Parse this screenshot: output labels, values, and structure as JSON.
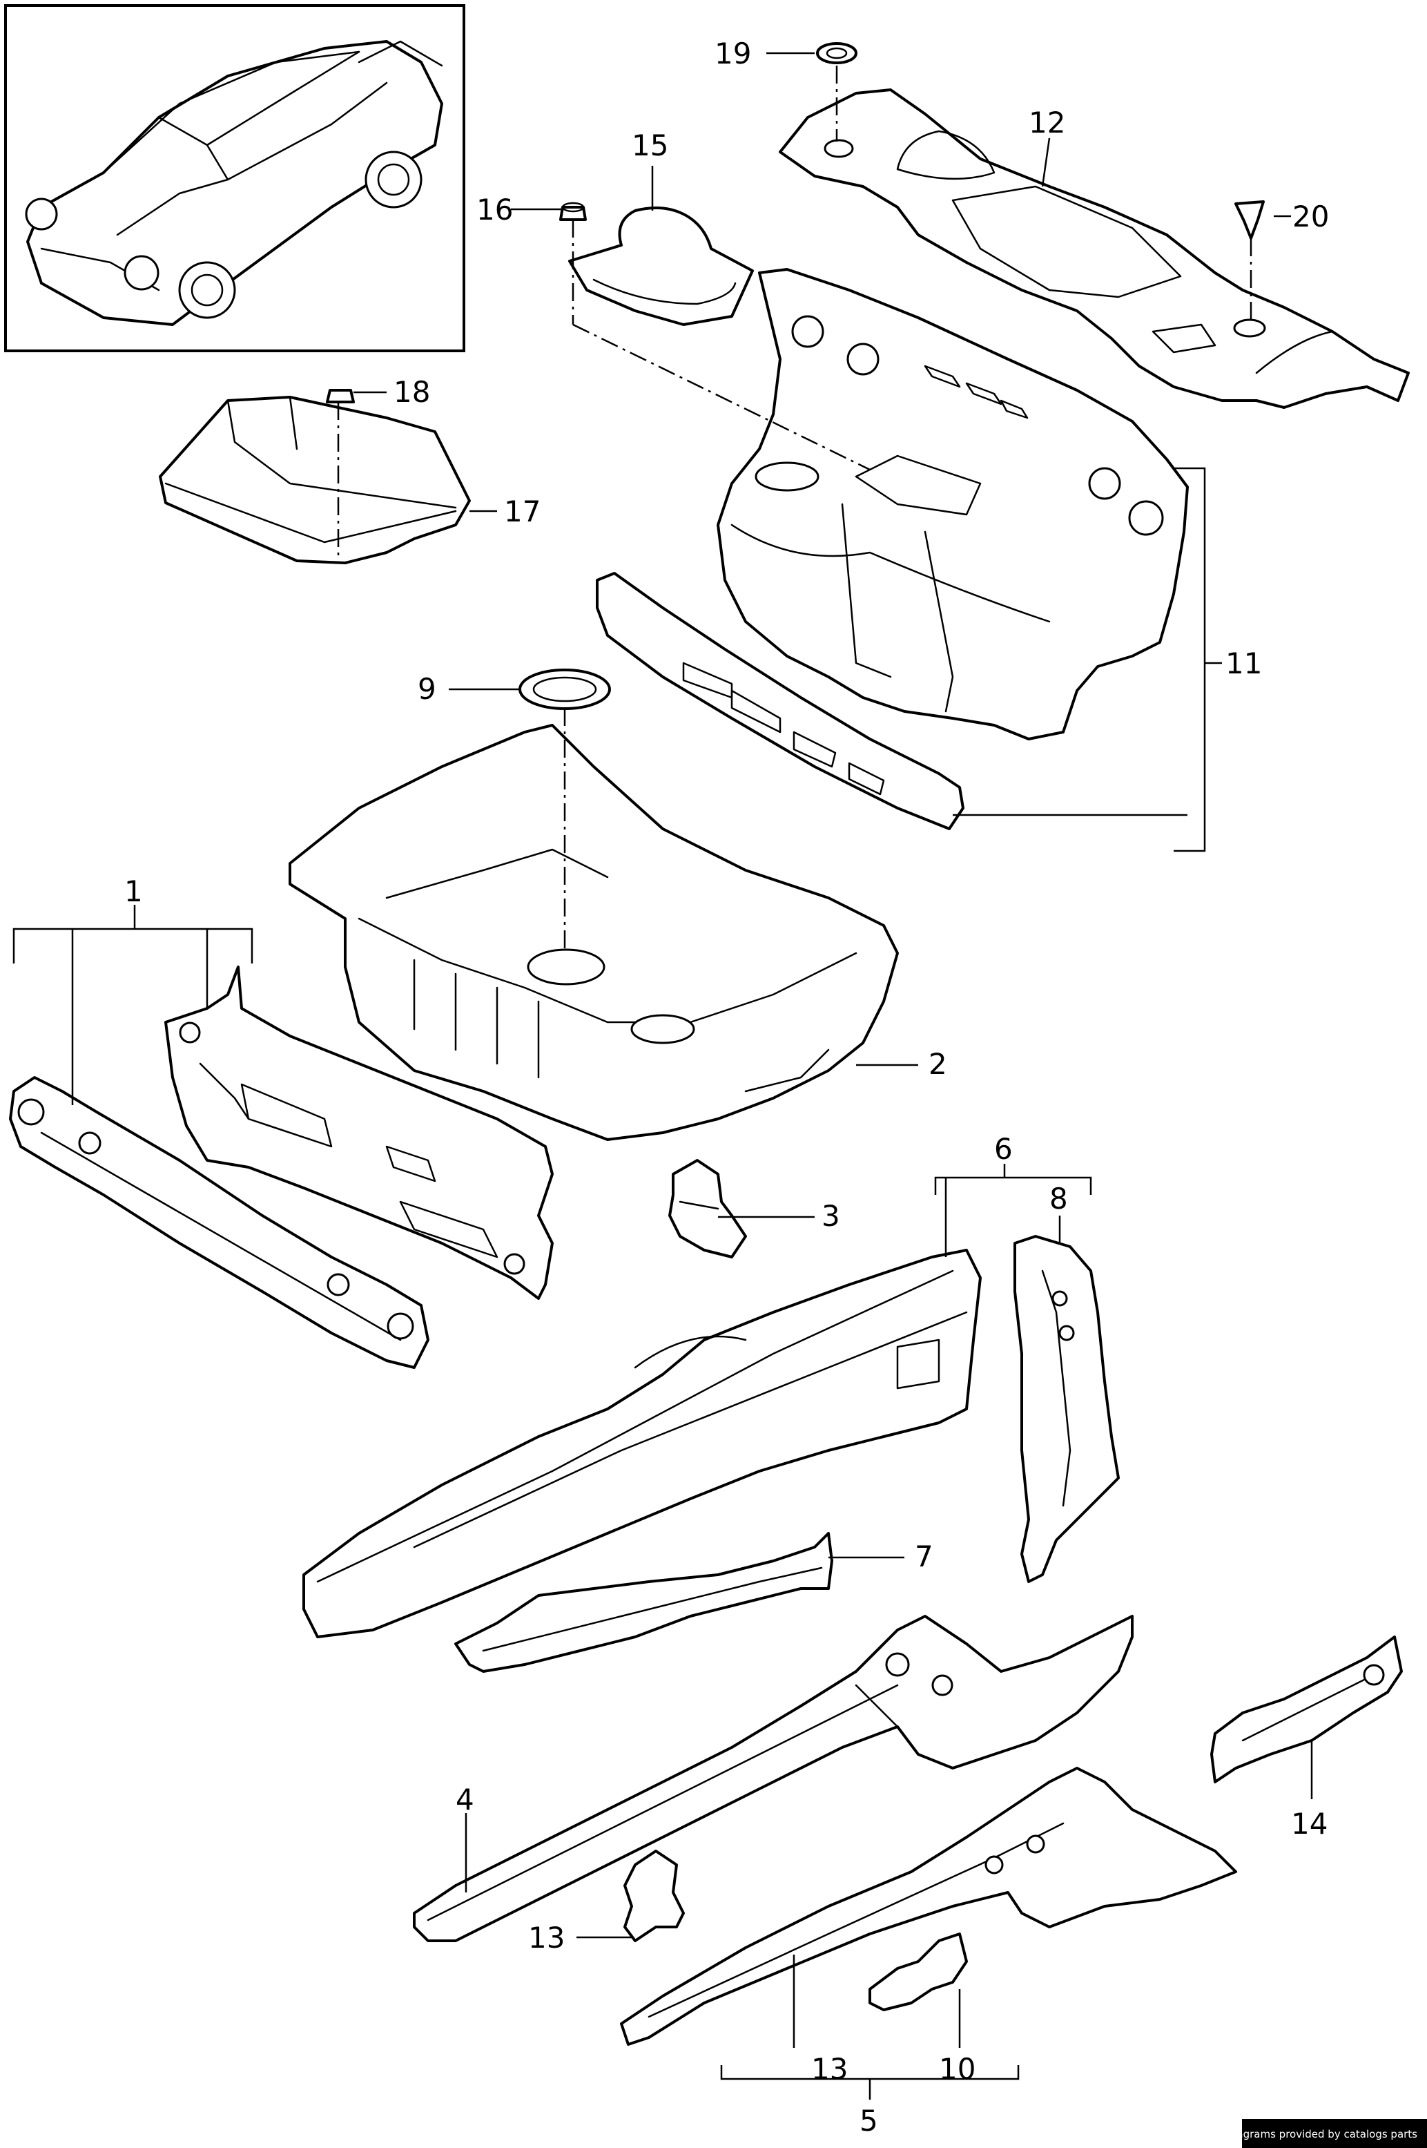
{
  "callouts": {
    "c1": "1",
    "c2": "2",
    "c3": "3",
    "c4": "4",
    "c5": "5",
    "c6": "6",
    "c7": "7",
    "c8": "8",
    "c9": "9",
    "c10": "10",
    "c11": "11",
    "c12": "12",
    "c13a": "13",
    "c13b": "13",
    "c14": "14",
    "c15": "15",
    "c16": "16",
    "c17": "17",
    "c18": "18",
    "c19": "19",
    "c20": "20"
  },
  "credit": "Diagrams provided by catalogs parts"
}
